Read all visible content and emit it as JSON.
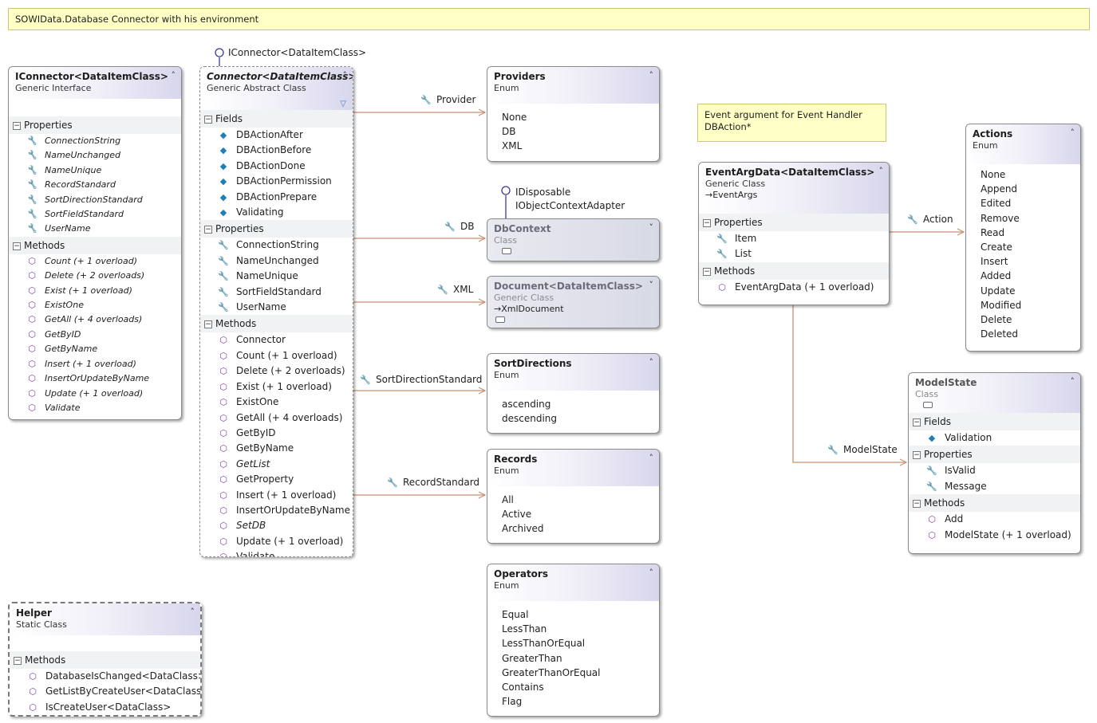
{
  "title_note": "SOWIData.Database Connector with his environment",
  "event_note": {
    "line1": "Event argument for Event Handler",
    "line2": "DBAction*"
  },
  "lollipops": {
    "iconnector": "IConnector<DataItemClass>",
    "idisposable": "IDisposable",
    "iobjectcontext": "IObjectContextAdapter"
  },
  "iconnector": {
    "title": "IConnector<DataItemClass>",
    "stereotype": "Generic Interface",
    "properties_label": "Properties",
    "properties": [
      "ConnectionString",
      "NameUnchanged",
      "NameUnique",
      "RecordStandard",
      "SortDirectionStandard",
      "SortFieldStandard",
      "UserName"
    ],
    "methods_label": "Methods",
    "methods": [
      "Count (+ 1 overload)",
      "Delete (+ 2 overloads)",
      "Exist (+ 1 overload)",
      "ExistOne",
      "GetAll (+ 4 overloads)",
      "GetByID",
      "GetByName",
      "Insert (+ 1 overload)",
      "InsertOrUpdateByName",
      "Update (+ 1 overload)",
      "Validate"
    ]
  },
  "connector": {
    "title": "Connector<DataItemClass>",
    "stereotype": "Generic Abstract Class",
    "fields_label": "Fields",
    "fields": [
      "DBActionAfter",
      "DBActionBefore",
      "DBActionDone",
      "DBActionPermission",
      "DBActionPrepare",
      "Validating"
    ],
    "properties_label": "Properties",
    "properties": [
      "ConnectionString",
      "NameUnchanged",
      "NameUnique",
      "SortFieldStandard",
      "UserName"
    ],
    "methods_label": "Methods",
    "methods": [
      "Connector",
      "Count (+ 1 overload)",
      "Delete (+ 2 overloads)",
      "Exist (+ 1 overload)",
      "ExistOne",
      "GetAll (+ 4 overloads)",
      "GetByID",
      "GetByName",
      "GetList",
      "GetProperty",
      "Insert (+ 1 overload)",
      "InsertOrUpdateByName",
      "SetDB",
      "Update (+ 1 overload)",
      "Validate"
    ]
  },
  "helper": {
    "title": "Helper",
    "stereotype": "Static Class",
    "methods_label": "Methods",
    "methods": [
      "DatabaseIsChanged<DataClass>",
      "GetListByCreateUser<DataClass>",
      "IsCreateUser<DataClass>"
    ]
  },
  "providers": {
    "title": "Providers",
    "stereotype": "Enum",
    "values": [
      "None",
      "DB",
      "XML"
    ]
  },
  "dbcontext": {
    "title": "DbContext",
    "stereotype": "Class"
  },
  "document": {
    "title": "Document<DataItemClass>",
    "stereotype": "Generic Class",
    "inherits": "XmlDocument"
  },
  "sortdirections": {
    "title": "SortDirections",
    "stereotype": "Enum",
    "values": [
      "ascending",
      "descending"
    ]
  },
  "records": {
    "title": "Records",
    "stereotype": "Enum",
    "values": [
      "All",
      "Active",
      "Archived"
    ]
  },
  "operators": {
    "title": "Operators",
    "stereotype": "Enum",
    "values": [
      "Equal",
      "LessThan",
      "LessThanOrEqual",
      "GreaterThan",
      "GreaterThanOrEqual",
      "Contains",
      "Flag"
    ]
  },
  "eventargdata": {
    "title": "EventArgData<DataItemClass>",
    "stereotype": "Generic Class",
    "inherits": "EventArgs",
    "properties_label": "Properties",
    "properties": [
      "Item",
      "List"
    ],
    "methods_label": "Methods",
    "methods": [
      "EventArgData (+ 1 overload)"
    ]
  },
  "actions": {
    "title": "Actions",
    "stereotype": "Enum",
    "values": [
      "None",
      "Append",
      "Edited",
      "Remove",
      "Read",
      "Create",
      "Insert",
      "Added",
      "Update",
      "Modified",
      "Delete",
      "Deleted"
    ]
  },
  "modelstate": {
    "title": "ModelState",
    "stereotype": "Class",
    "fields_label": "Fields",
    "fields": [
      "Validation"
    ],
    "properties_label": "Properties",
    "properties": [
      "IsValid",
      "Message"
    ],
    "methods_label": "Methods",
    "methods": [
      "Add",
      "ModelState (+ 1 overload)"
    ]
  },
  "associations": {
    "provider": "Provider",
    "db": "DB",
    "xml": "XML",
    "sortdirection": "SortDirectionStandard",
    "record": "RecordStandard",
    "action": "Action",
    "modelstate": "ModelState"
  },
  "icons": {
    "property": "wrench-icon",
    "method": "cube-icon",
    "field": "field-icon",
    "collapse": "chevron-up-icon",
    "expand": "chevron-down-icon",
    "interface": "lollipop-icon"
  },
  "colors": {
    "note_bg": "#ffffc6",
    "association_line": "#c8906e",
    "lollipop": "#3a3aa0",
    "header_gradient_end": "#d8d6ec"
  }
}
